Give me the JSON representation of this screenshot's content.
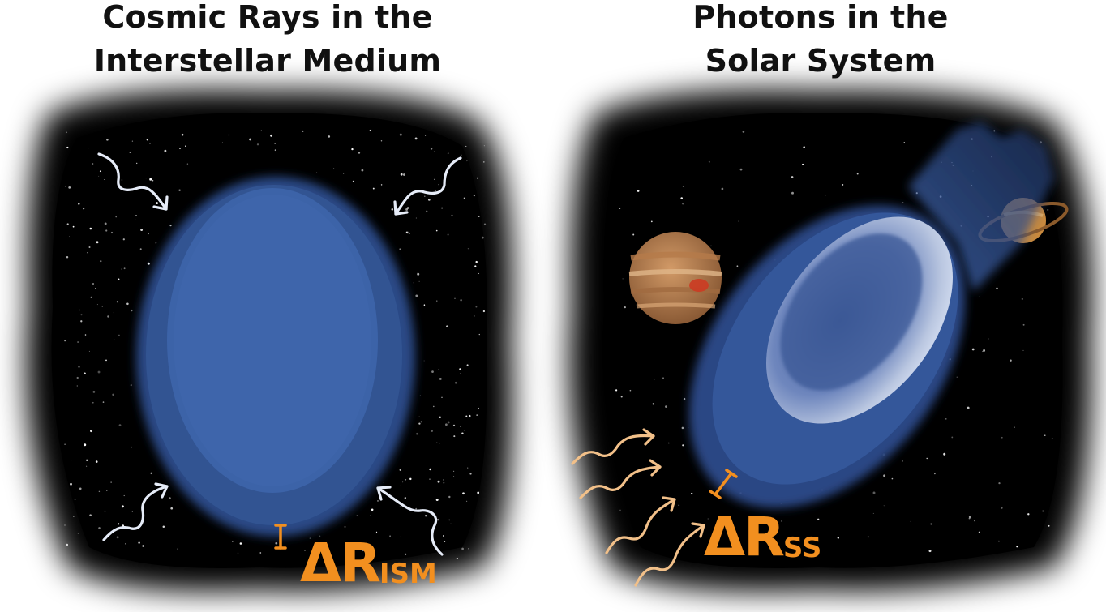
{
  "panels": [
    {
      "title_line1": "Cosmic Rays in the",
      "title_line2": "Interstellar Medium",
      "label_main": "ΔR",
      "label_sub": "ISM"
    },
    {
      "title_line1": "Photons in the",
      "title_line2": "Solar System",
      "label_main": "ΔR",
      "label_sub": "SS"
    }
  ],
  "colors": {
    "background": "#000000",
    "grain_outer": "#2e4f8f",
    "grain_inner": "#3f66ac",
    "ice_highlight": "#a9b9d8",
    "accent": "#f28f1f",
    "cosmic_ray_arrow": "#e6ecf8",
    "photon_arrow": "#f2c089"
  }
}
